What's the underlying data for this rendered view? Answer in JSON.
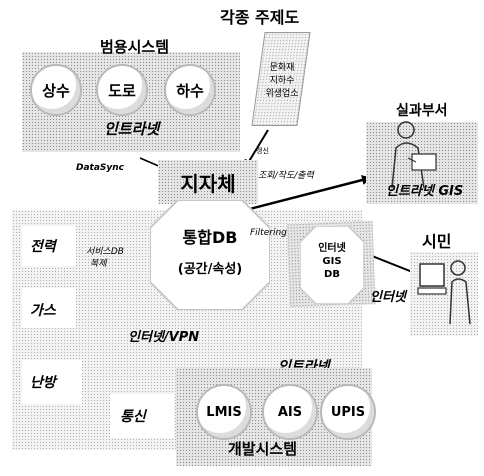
{
  "top_title": "각종 주제도",
  "general_systems": {
    "title": "범용시스템",
    "items": [
      "상수",
      "도로",
      "하수"
    ],
    "intranet": "인트라넷"
  },
  "thematic_doc": [
    "문화재",
    "지하수",
    "위생업소"
  ],
  "datasync": "DataSync",
  "sync_small": "갱신",
  "local_gov": "지자체",
  "integrated_db": {
    "title": "통합DB",
    "sub": "(공간/속성)"
  },
  "left_items": [
    "전력",
    "가스",
    "난방",
    "통신"
  ],
  "service_db": [
    "서비스DB",
    "복제"
  ],
  "internet_vpn": "인터넷/VPN",
  "dept": {
    "title": "실과부서",
    "label": "인트라넷 GIS"
  },
  "query_output": "조회/작도/출력",
  "filtering": "Filtering",
  "internet_gis_db": [
    "인터넷",
    "GIS",
    "DB"
  ],
  "citizen": {
    "title": "시민",
    "label": "인터넷"
  },
  "dev_systems": {
    "intranet": "인트라넷",
    "items": [
      "LMIS",
      "AIS",
      "UPIS"
    ],
    "title": "개발시스템"
  }
}
